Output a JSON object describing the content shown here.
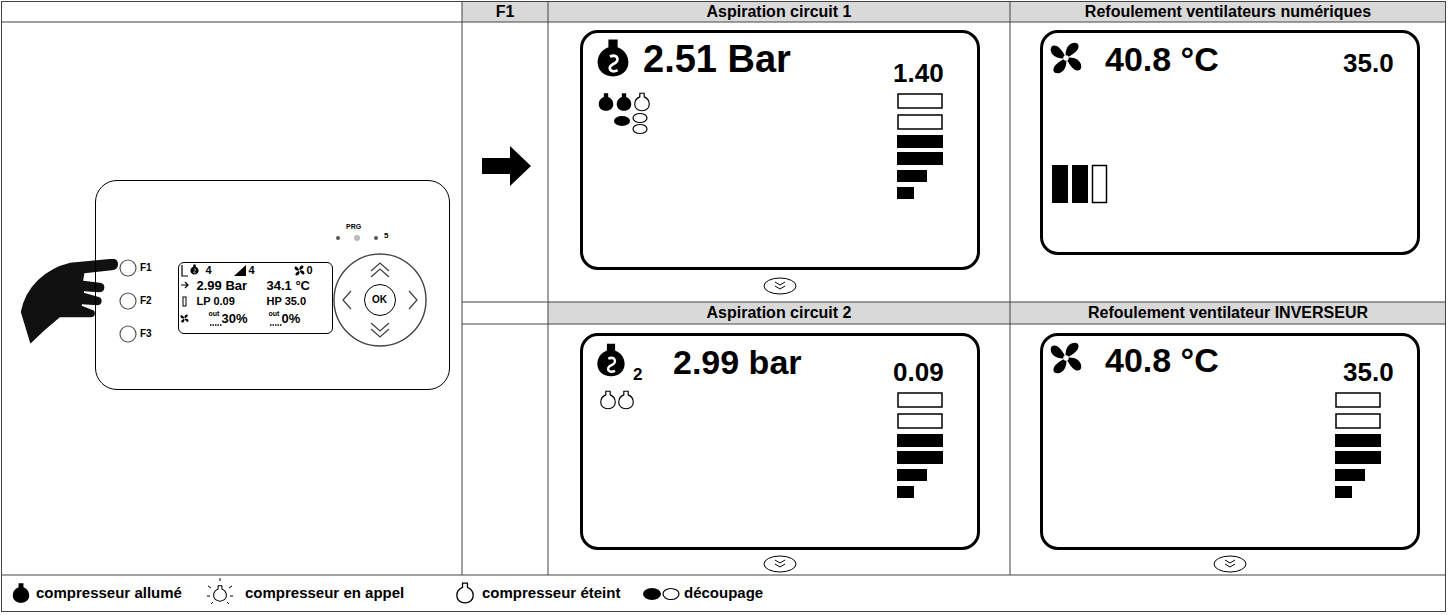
{
  "diagram": {
    "nodes": [
      {
        "text": [
          "F1",
          "F2",
          "F3",
          "PRG",
          "5"
        ]
      },
      {
        "text": [
          "4",
          "4",
          "0",
          "2.99 Bar",
          "34.1 °C",
          "LP 0.09",
          "HP 35.0",
          "out",
          "30%",
          "out",
          "0%"
        ],
        "in": 0
      },
      {
        "text": [
          "OK"
        ],
        "in": 0
      },
      {
        "text": [
          "2.51 Bar",
          "1.40"
        ]
      },
      {
        "text": [
          "40.8 °C",
          "35.0"
        ]
      },
      {
        "text": [
          "2",
          "2.99 bar",
          "0.09"
        ]
      },
      {
        "text": [
          "40.8 °C",
          "35.0"
        ]
      }
    ],
    "labels": [
      "F1",
      "Aspiration circuit 1",
      "Refoulement ventilateurs numériques",
      "Aspiration circuit 2",
      "Refoulement ventilateur INVERSEUR"
    ],
    "legend": [
      {
        "text": "compresseur allumé"
      },
      {
        "text": "compresseur en appel"
      },
      {
        "text": "compresseur éteint"
      },
      {
        "text": "découpage"
      }
    ]
  }
}
